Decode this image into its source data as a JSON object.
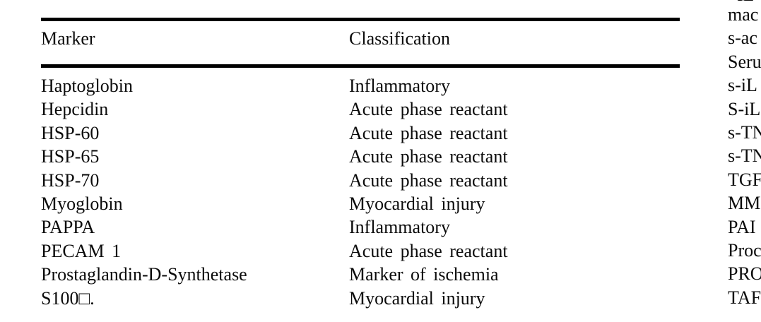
{
  "page": {
    "background": "#ffffff",
    "text_color": "#0b0b0b",
    "rule_color": "#000000"
  },
  "table": {
    "columns": [
      "Marker",
      "Classification"
    ],
    "rows": [
      {
        "marker": "Haptoglobin",
        "classification": "Inflammatory"
      },
      {
        "marker": "Hepcidin",
        "classification": "Acute phase reactant"
      },
      {
        "marker": "HSP-60",
        "classification": "Acute phase reactant"
      },
      {
        "marker": "HSP-65",
        "classification": "Acute phase reactant"
      },
      {
        "marker": "HSP-70",
        "classification": "Acute phase reactant"
      },
      {
        "marker": "Myoglobin",
        "classification": "Myocardial injury"
      },
      {
        "marker": "PAPPA",
        "classification": "Inflammatory"
      },
      {
        "marker": "PECAM 1",
        "classification": "Acute phase reactant"
      },
      {
        "marker": "Prostaglandin-D-Synthetase",
        "classification": "Marker of ischemia"
      },
      {
        "marker": "S100□.",
        "classification": "Myocardial injury"
      }
    ]
  },
  "right_column": {
    "top_partial": "IL",
    "lines": [
      "mac",
      "s-ac",
      "Seru",
      "s-iL",
      "S-iL",
      "s-TN",
      "s-TN",
      "TGF",
      "MMP",
      "PAI",
      "Proc",
      "PROC",
      "TAF"
    ]
  }
}
